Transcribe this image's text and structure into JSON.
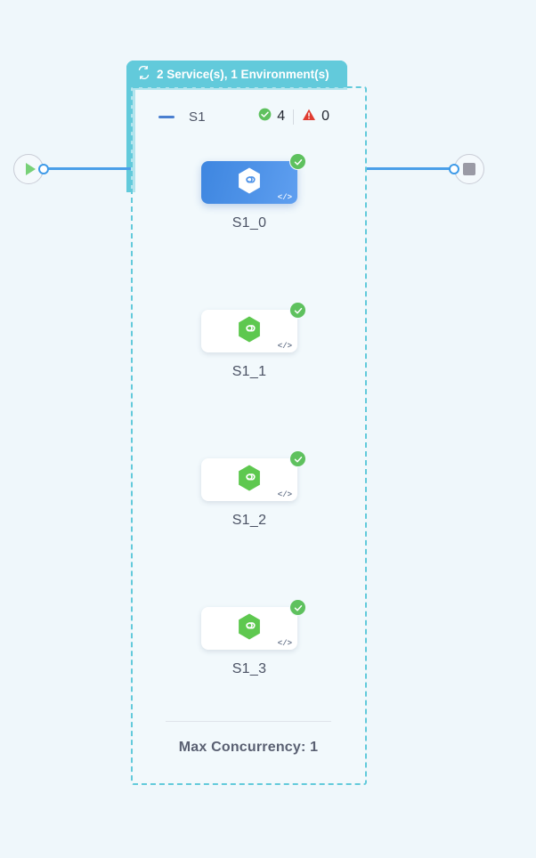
{
  "canvas": {
    "background_color": "#eff7fb"
  },
  "start_node": {
    "icon": "play-icon",
    "handle": "output-handle"
  },
  "end_node": {
    "icon": "stop-icon",
    "handle": "input-handle"
  },
  "group": {
    "header": {
      "icon": "sync-icon",
      "label": "2 Service(s), 1 Environment(s)",
      "background_color": "#62cadb"
    },
    "title_row": {
      "collapse_icon": "minus-icon",
      "label": "S1",
      "status": {
        "success": {
          "icon": "check-circle-icon",
          "count": "4",
          "color": "#5ec15e"
        },
        "error": {
          "icon": "warning-triangle-icon",
          "count": "0",
          "color": "#e03c31"
        }
      }
    },
    "border_color": "#62cadb",
    "footer": {
      "label": "Max Concurrency: 1"
    }
  },
  "nodes": [
    {
      "label": "S1_0",
      "selected": true,
      "icon": "hexagon-infinity-icon",
      "badge": "check-circle-icon",
      "code_glyph": "</>"
    },
    {
      "label": "S1_1",
      "selected": false,
      "icon": "hexagon-infinity-icon",
      "badge": "check-circle-icon",
      "code_glyph": "</>"
    },
    {
      "label": "S1_2",
      "selected": false,
      "icon": "hexagon-infinity-icon",
      "badge": "check-circle-icon",
      "code_glyph": "</>"
    },
    {
      "label": "S1_3",
      "selected": false,
      "icon": "hexagon-infinity-icon",
      "badge": "check-circle-icon",
      "code_glyph": "</>"
    }
  ]
}
